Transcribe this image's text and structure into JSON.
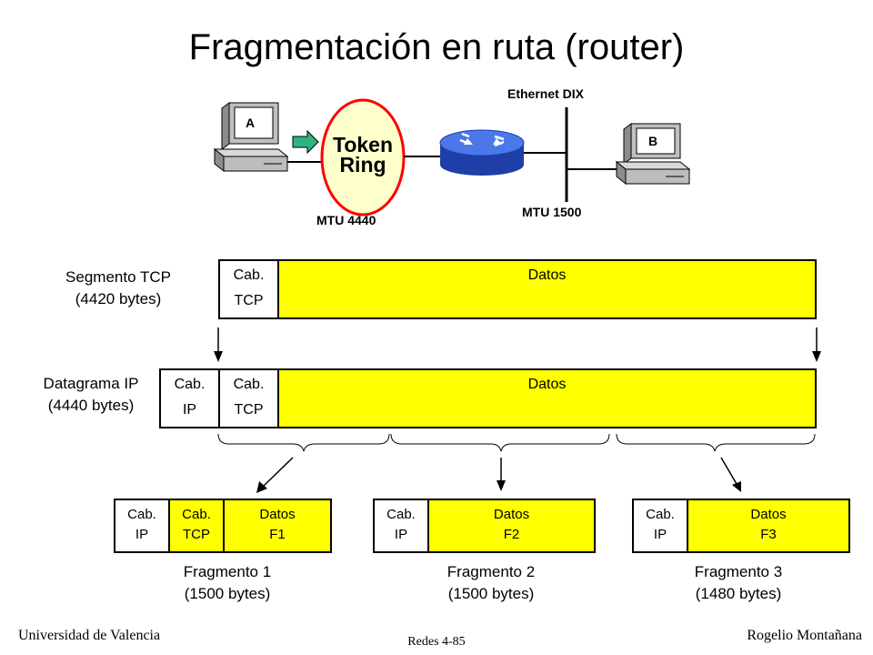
{
  "title": "Fragmentación en ruta (router)",
  "network": {
    "ethernet_label": "Ethernet DIX",
    "host_a": "A",
    "host_b": "B",
    "token_ring": [
      "Token",
      "Ring"
    ],
    "mtu_left": "MTU 4440",
    "mtu_right": "MTU 1500"
  },
  "segment": {
    "label": [
      "Segmento TCP",
      "(4420 bytes)"
    ],
    "tcp_header": [
      "Cab.",
      "TCP"
    ],
    "data": "Datos"
  },
  "datagram": {
    "label": [
      "Datagrama IP",
      "(4440 bytes)"
    ],
    "ip_header": [
      "Cab.",
      "IP"
    ],
    "tcp_header": [
      "Cab.",
      "TCP"
    ],
    "data": "Datos"
  },
  "fragments": [
    {
      "ip": [
        "Cab.",
        "IP"
      ],
      "tcp": [
        "Cab.",
        "TCP"
      ],
      "data": [
        "Datos",
        "F1"
      ],
      "label": [
        "Fragmento 1",
        "(1500 bytes)"
      ]
    },
    {
      "ip": [
        "Cab.",
        "IP"
      ],
      "data": [
        "Datos",
        "F2"
      ],
      "label": [
        "Fragmento 2",
        "(1500 bytes)"
      ]
    },
    {
      "ip": [
        "Cab.",
        "IP"
      ],
      "data": [
        "Datos",
        "F3"
      ],
      "label": [
        "Fragmento 3",
        "(1480 bytes)"
      ]
    }
  ],
  "footer": {
    "left": "Universidad de Valencia",
    "center": "Redes 4-85",
    "right": "Rogelio Montañana"
  },
  "colors": {
    "data_fill": "#ffff00",
    "token_ring_fill": "#ffffcc",
    "token_ring_border": "#ff0000",
    "router": "#2a4fd0",
    "arrow_green": "#2fb37f"
  }
}
